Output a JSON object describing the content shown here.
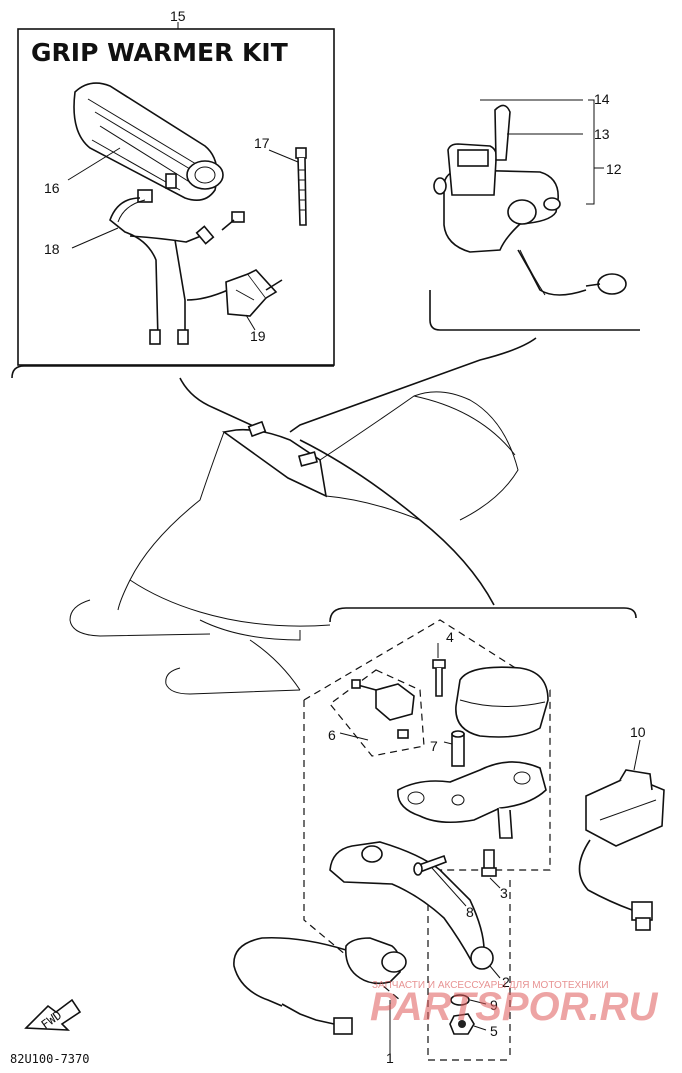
{
  "kit": {
    "title": "GRIP WARMER KIT",
    "ref": "15"
  },
  "parts": {
    "p1": "1",
    "p2": "2",
    "p3": "3",
    "p4": "4",
    "p5": "5",
    "p6": "6",
    "p7": "7",
    "p8": "8",
    "p9": "9",
    "p10": "10",
    "p12": "12",
    "p13": "13",
    "p14": "14",
    "p16": "16",
    "p17": "17",
    "p18": "18",
    "p19": "19"
  },
  "diagram_code": "82U100-7370",
  "direction_arrow": "FWD",
  "watermark": {
    "brand": "PARTSPOR.RU",
    "tagline": "ЗАПЧАСТИ И АКСЕССУАРЫ ДЛЯ МОТОТЕХНИКИ"
  }
}
